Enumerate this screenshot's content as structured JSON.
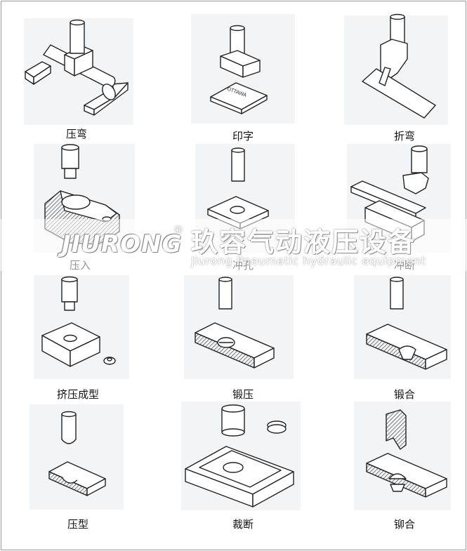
{
  "labels": [
    "压弯",
    "印字",
    "折弯",
    "压入",
    "冲孔",
    "冲断",
    "挤压成型",
    "锻压",
    "锻合",
    "压型",
    "裁断",
    "铆合"
  ],
  "stamp_text": "OTTAWA",
  "watermark": {
    "logo": "JIURONG",
    "registered": "®",
    "company_cn": "玖容气动液压设备",
    "company_en": "Jiurong Pneumatic hydraulic equipment"
  }
}
